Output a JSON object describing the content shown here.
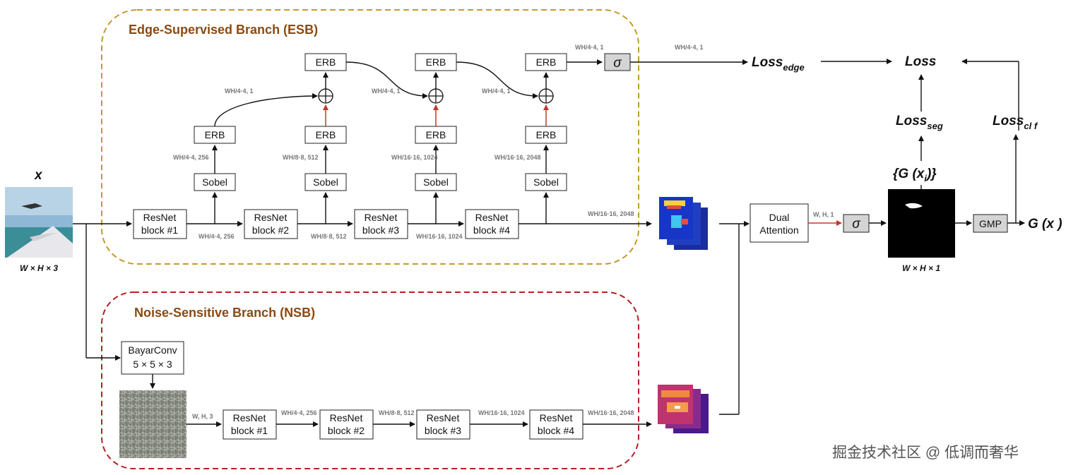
{
  "esb": {
    "title": "Edge-Supervised Branch (ESB)",
    "border_color": "#c49a2c"
  },
  "nsb": {
    "title": "Noise-Sensitive Branch (NSB)",
    "border_color": "#b22222"
  },
  "input": {
    "symbol": "x",
    "shape": "W × H × 3"
  },
  "blocks": {
    "resnet": [
      "ResNet",
      "block #1",
      "block #2",
      "block #3",
      "block #4"
    ],
    "erb": "ERB",
    "sobel": "Sobel",
    "bayarconv": [
      "BayarConv",
      "5 × 5 × 3"
    ],
    "dual_attention": [
      "Dual",
      "Attention"
    ],
    "gmp": "GMP",
    "sigma": "σ"
  },
  "dims": {
    "wh4_256": "WH/4·4, 256",
    "wh8_512": "WH/8·8, 512",
    "wh16_1024": "WH/16·16, 1024",
    "wh16_2048": "WH/16·16, 2048",
    "wh4_1": "WH/4·4, 1",
    "whk3": "W, H, 3",
    "whk1": "W, H, 1"
  },
  "outputs": {
    "loss": "Loss",
    "loss_edge": "Loss",
    "loss_edge_sub": "edge",
    "loss_seg": "Loss",
    "loss_seg_sub": "seg",
    "loss_clf": "Loss",
    "loss_clf_sub": "cl f",
    "g_xi": "{G (x",
    "g_xi_sub": "i",
    "g_xi_end": ")}",
    "mask_shape": "W × H × 1",
    "g_x": "G (x )"
  },
  "watermark": "掘金技术社区 @ 低调而奢华",
  "colors": {
    "red_arrow": "#c0392b",
    "sigma_fill": "#d4d4d4"
  }
}
